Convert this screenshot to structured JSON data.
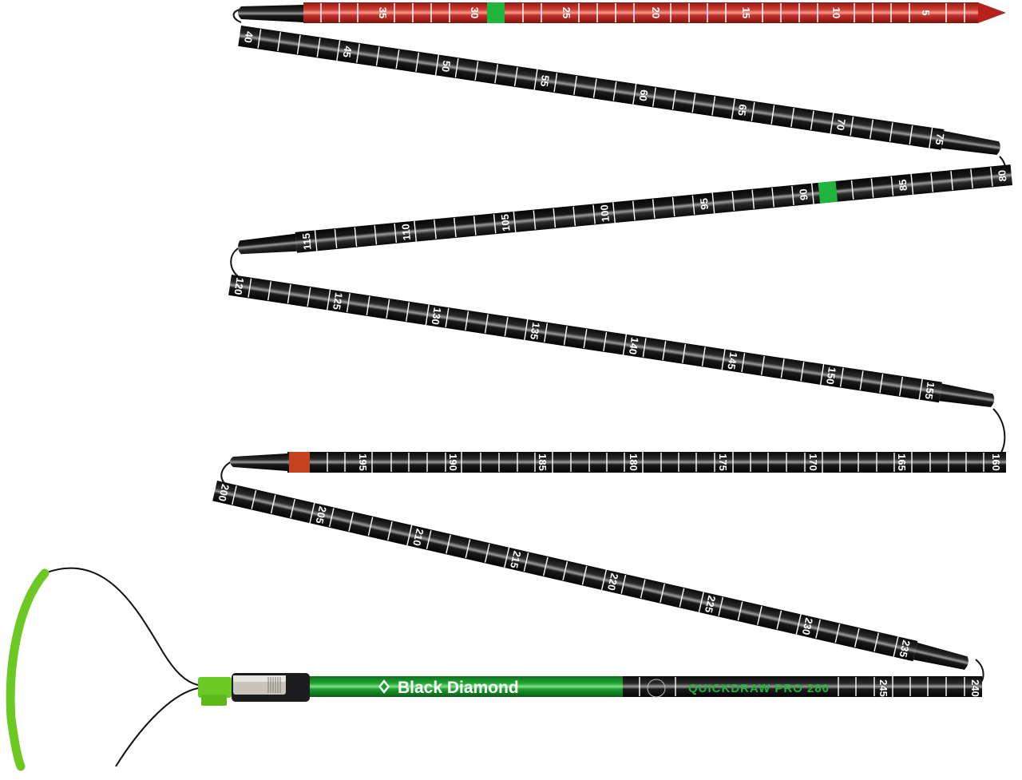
{
  "product": {
    "brand": "Black Diamond",
    "model": "QUICKDRAW PRO 280"
  },
  "colors": {
    "background": "#ffffff",
    "shaft_black": "#141414",
    "tip_red": "#c0302a",
    "handle_green": "#1e9e2e",
    "loop_green": "#6cc924",
    "band_green": "#1fb53c",
    "band_orange": "#c4421e",
    "tick_white": "#ffffff"
  },
  "segments": [
    {
      "id": 1,
      "color": "red",
      "labels": [
        "35",
        "30",
        "25",
        "20",
        "15",
        "10",
        "5"
      ],
      "band": {
        "color": "green",
        "after": "30"
      }
    },
    {
      "id": 2,
      "color": "black",
      "labels": [
        "40",
        "45",
        "50",
        "55",
        "60",
        "65",
        "70",
        "75"
      ]
    },
    {
      "id": 3,
      "color": "black",
      "labels": [
        "80",
        "85",
        "90",
        "95",
        "100",
        "105",
        "110",
        "115"
      ],
      "band": {
        "color": "green",
        "near": "90"
      }
    },
    {
      "id": 4,
      "color": "black",
      "labels": [
        "120",
        "125",
        "130",
        "135",
        "140",
        "145",
        "150",
        "155"
      ]
    },
    {
      "id": 5,
      "color": "black",
      "labels": [
        "160",
        "165",
        "170",
        "175",
        "180",
        "185",
        "190",
        "195"
      ],
      "band": {
        "color": "orange",
        "after": "195"
      }
    },
    {
      "id": 6,
      "color": "black",
      "labels": [
        "200",
        "205",
        "210",
        "215",
        "220",
        "225",
        "230",
        "235"
      ]
    },
    {
      "id": 7,
      "color": "green-black",
      "labels": [
        "240",
        "245"
      ],
      "brand_text": "Black Diamond",
      "model_text": "QUICKDRAW PRO 280"
    }
  ],
  "handle": {
    "pull_loop": "green cable loop",
    "lock": "metal quick-lock clip"
  }
}
